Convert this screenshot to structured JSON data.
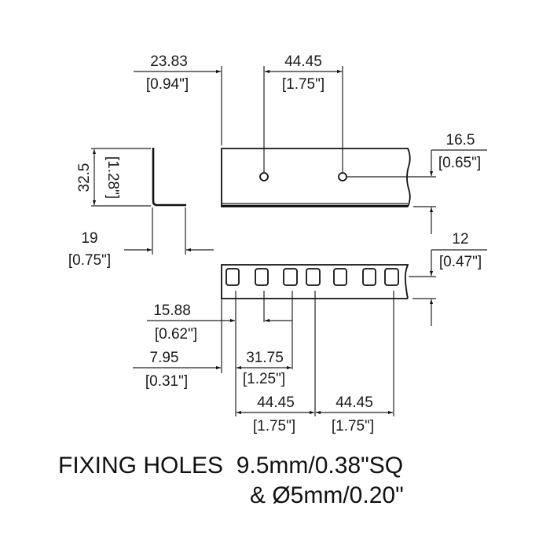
{
  "drawing": {
    "dimensions": {
      "offset_first_hole": {
        "mm": "23.83",
        "inch": "[0.94\"]"
      },
      "round_hole_pitch": {
        "mm": "44.45",
        "inch": "[1.75\"]"
      },
      "round_hole_height": {
        "mm": "16.5",
        "inch": "[0.65\"]"
      },
      "flange_height": {
        "mm": "32.5",
        "inch": "[1.28\"]"
      },
      "flange_width": {
        "mm": "19",
        "inch": "[0.75\"]"
      },
      "square_hole_height": {
        "mm": "12",
        "inch": "[0.47\"]"
      },
      "square_hole_offset_1": {
        "mm": "15.88",
        "inch": "[0.62\"]"
      },
      "square_hole_offset_2": {
        "mm": "7.95",
        "inch": "[0.31\"]"
      },
      "square_hole_spacing": {
        "mm": "31.75",
        "inch": "[1.25\"]"
      },
      "square_pitch_1": {
        "mm": "44.45",
        "inch": "[1.75\"]"
      },
      "square_pitch_2": {
        "mm": "44.45",
        "inch": "[1.75\"]"
      }
    },
    "square_hole_count": 7,
    "round_hole_count": 2,
    "caption": {
      "line1": "FIXING HOLES  9.5mm/0.38\"SQ",
      "line2": "& Ø5mm/0.20\""
    }
  }
}
